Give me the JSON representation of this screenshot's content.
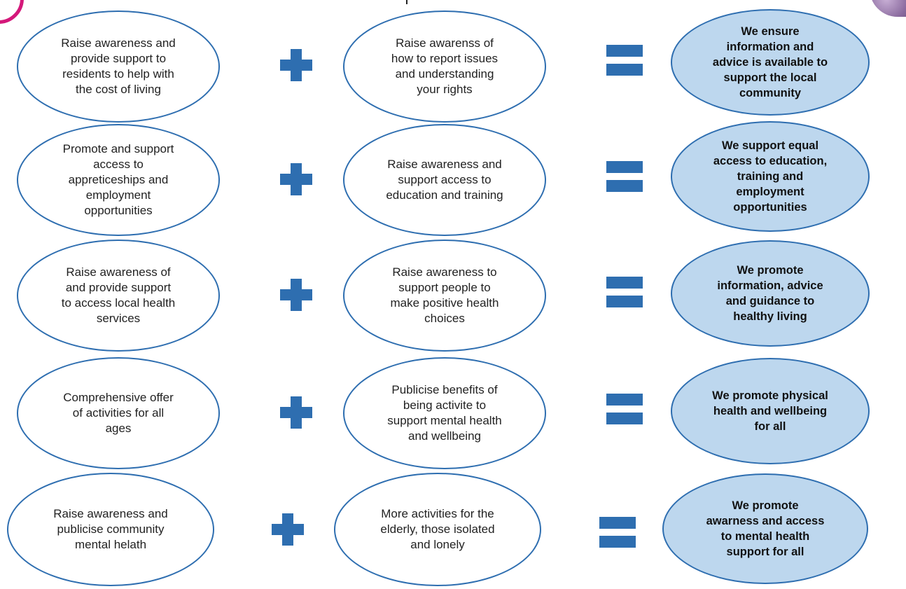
{
  "colors": {
    "accent": "#2e6eb0",
    "result_fill": "#bdd7ee",
    "logo_ring": "#d4187a"
  },
  "rows": [
    {
      "input_a": "Raise awareness and\nprovide support to\nresidents to help with\nthe cost of living",
      "input_b": "Raise awarenss of\nhow to report issues\nand understanding\nyour rights",
      "result": "We ensure\ninformation and\nadvice is available to\nsupport the local\ncommunity"
    },
    {
      "input_a": "Promote and support\naccess to\nappreticeships and\nemployment\nopportunities",
      "input_b": "Raise awareness and\nsupport access to\neducation and training",
      "result": "We support equal\naccess to education,\ntraining and\nemployment\nopportunities"
    },
    {
      "input_a": "Raise awareness of\nand provide support\nto access local health\nservices",
      "input_b": "Raise awareness to\nsupport people to\nmake positive health\nchoices",
      "result": "We promote\ninformation, advice\nand guidance to\nhealthy living"
    },
    {
      "input_a": "Comprehensive offer\nof activities for all\nages",
      "input_b": "Publicise benefits of\nbeing activite to\nsupport mental health\nand wellbeing",
      "result": "We promote physical\nhealth and wellbeing\nfor all"
    },
    {
      "input_a": "Raise awareness and\npublicise community\nmental helath",
      "input_b": "More activities for the\nelderly, those isolated\nand lonely",
      "result": "We promote\nawarness and access\nto mental health\nsupport for all"
    }
  ]
}
